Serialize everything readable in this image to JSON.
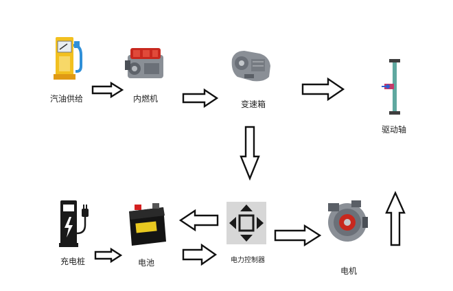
{
  "nodes": {
    "fuel": {
      "label": "汽油供给",
      "icon": "fuel-pump-icon"
    },
    "engine": {
      "label": "内燃机",
      "icon": "engine-icon"
    },
    "gearbox": {
      "label": "变速箱",
      "icon": "gearbox-icon"
    },
    "axle": {
      "label": "驱动轴",
      "icon": "drive-axle-icon"
    },
    "charger": {
      "label": "充电桩",
      "icon": "charging-pile-icon"
    },
    "battery": {
      "label": "电池",
      "icon": "battery-icon"
    },
    "controller": {
      "label": "电力控制器",
      "icon": "power-controller-icon"
    },
    "motor": {
      "label": "电机",
      "icon": "electric-motor-icon"
    }
  },
  "edges": [
    {
      "from": "fuel",
      "to": "engine"
    },
    {
      "from": "engine",
      "to": "gearbox"
    },
    {
      "from": "gearbox",
      "to": "axle"
    },
    {
      "from": "gearbox",
      "to": "controller"
    },
    {
      "from": "controller",
      "to": "battery"
    },
    {
      "from": "battery",
      "to": "controller"
    },
    {
      "from": "charger",
      "to": "battery"
    },
    {
      "from": "controller",
      "to": "motor"
    },
    {
      "from": "motor",
      "to": "axle"
    }
  ],
  "colors": {
    "fuel_pump_body": "#f2c01f",
    "fuel_pump_base": "#e09a14",
    "fuel_hose": "#2f8fd8",
    "engine_red": "#c8281e",
    "metal_grey": "#8a8f96",
    "charger_black": "#1a1a1a",
    "battery_red_terminal": "#d42020",
    "controller_grey": "#d7d7d7",
    "arrow_stroke": "#111111"
  }
}
